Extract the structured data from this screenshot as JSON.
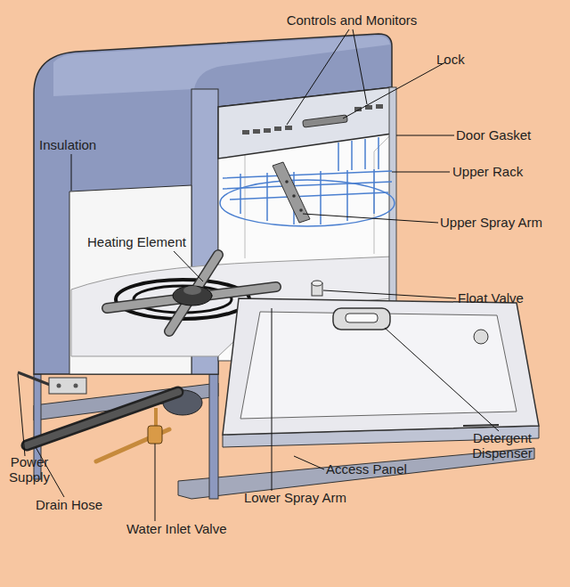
{
  "diagram": {
    "labels": [
      "Controls and Monitors",
      "Lock",
      "Door Gasket",
      "Insulation",
      "Upper Rack",
      "Upper Spray Arm",
      "Heating Element",
      "Float Valve",
      "Detergent Dispenser",
      "Power Supply",
      "Access Panel",
      "Drain Hose",
      "Lower Spray Arm",
      "Water Inlet Valve"
    ]
  }
}
